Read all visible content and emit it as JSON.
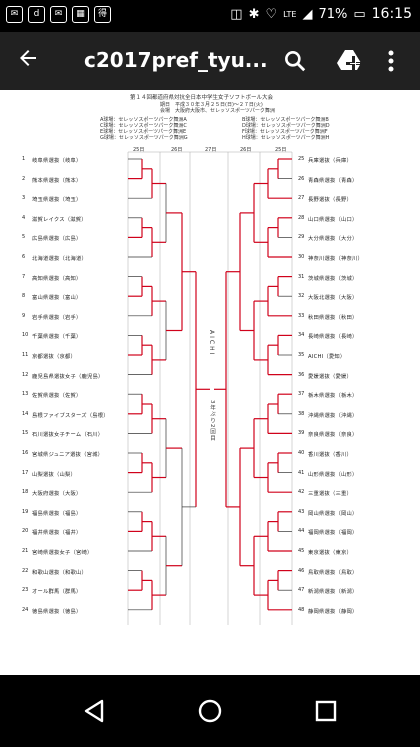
{
  "status": {
    "battery": "71%",
    "time": "16:15",
    "network": "LTE"
  },
  "appbar": {
    "title": "c2017pref_tyu..."
  },
  "doc": {
    "header": "第１４回都道府県対抗全日本中学生女子ソフトボール大会",
    "dates": "期日　平成３０年３月２５日(日)～２７日(火)",
    "venue": "会場　大阪府大阪市、セレッソスポーツパーク舞洲",
    "fields_left": [
      "A球場：セレッソスポーツパーク舞洲A",
      "C球場：セレッソスポーツパーク舞洲C",
      "E球場：セレッソスポーツパーク舞洲E",
      "G球場：セレッソスポーツパーク舞洲G"
    ],
    "fields_right": [
      "B球場：セレッソスポーツパーク舞洲B",
      "D球場：セレッソスポーツパーク舞洲D",
      "F球場：セレッソスポーツパーク舞洲F",
      "H球場：セレッソスポーツパーク舞洲H"
    ],
    "day_labels": [
      "25日",
      "26日",
      "27日",
      "26日",
      "25日"
    ],
    "center_title": "AICHI",
    "center_sub": "3年ぶり2回目",
    "left_teams": [
      "岐阜県選抜（岐阜）",
      "熊本県選抜（熊本）",
      "埼玉県選抜（埼玉）",
      "滋賀レイクス（滋賀）",
      "広島県選抜（広島）",
      "北海道選抜（北海道）",
      "高知県選抜（高知）",
      "富山県選抜（富山）",
      "岩手県選抜（岩手）",
      "千葉県選抜（千葉）",
      "京都選抜（京都）",
      "鹿児島県選抜女子（鹿児島）",
      "佐賀県選抜（佐賀）",
      "島根ファイブスターズ（島根）",
      "石川選抜女子チーム（石川）",
      "宮城県ジュニア選抜（宮城）",
      "山梨選抜（山梨）",
      "大阪府選抜（大阪）",
      "福島県選抜（福島）",
      "福井県選抜（福井）",
      "宮崎県選抜女子（宮崎）",
      "和歌山選抜（和歌山）",
      "オール群馬（群馬）",
      "徳島県選抜（徳島）"
    ],
    "right_teams": [
      "兵庫選抜（兵庫）",
      "青森県選抜（青森）",
      "長野選抜（長野）",
      "山口県選抜（山口）",
      "大分県選抜（大分）",
      "神奈川選抜（神奈川）",
      "茨城県選抜（茨城）",
      "大阪北選抜（大阪）",
      "秋田県選抜（秋田）",
      "長崎県選抜（長崎）",
      "AICHI（愛知）",
      "愛媛選抜（愛媛）",
      "栃木県選抜（栃木）",
      "沖縄県選抜（沖縄）",
      "奈良県選抜（奈良）",
      "香川選抜（香川）",
      "山形県選抜（山形）",
      "三重選抜（三重）",
      "岡山県選抜（岡山）",
      "福岡県選抜（福岡）",
      "東京選抜（東京）",
      "鳥取県選抜（鳥取）",
      "新潟県選抜（新潟）",
      "静岡県選抜（静岡）"
    ],
    "left_numbers": [
      "1",
      "2",
      "3",
      "4",
      "5",
      "6",
      "7",
      "8",
      "9",
      "10",
      "11",
      "12",
      "13",
      "14",
      "15",
      "16",
      "17",
      "18",
      "19",
      "20",
      "21",
      "22",
      "23",
      "24"
    ],
    "right_numbers": [
      "25",
      "26",
      "27",
      "28",
      "29",
      "30",
      "31",
      "32",
      "33",
      "34",
      "35",
      "36",
      "37",
      "38",
      "39",
      "40",
      "41",
      "42",
      "43",
      "44",
      "45",
      "46",
      "47",
      "48"
    ],
    "accent": "#d0021b"
  },
  "nav": {
    "back": "back-triangle",
    "home": "home-circle",
    "recents": "recents-square"
  }
}
